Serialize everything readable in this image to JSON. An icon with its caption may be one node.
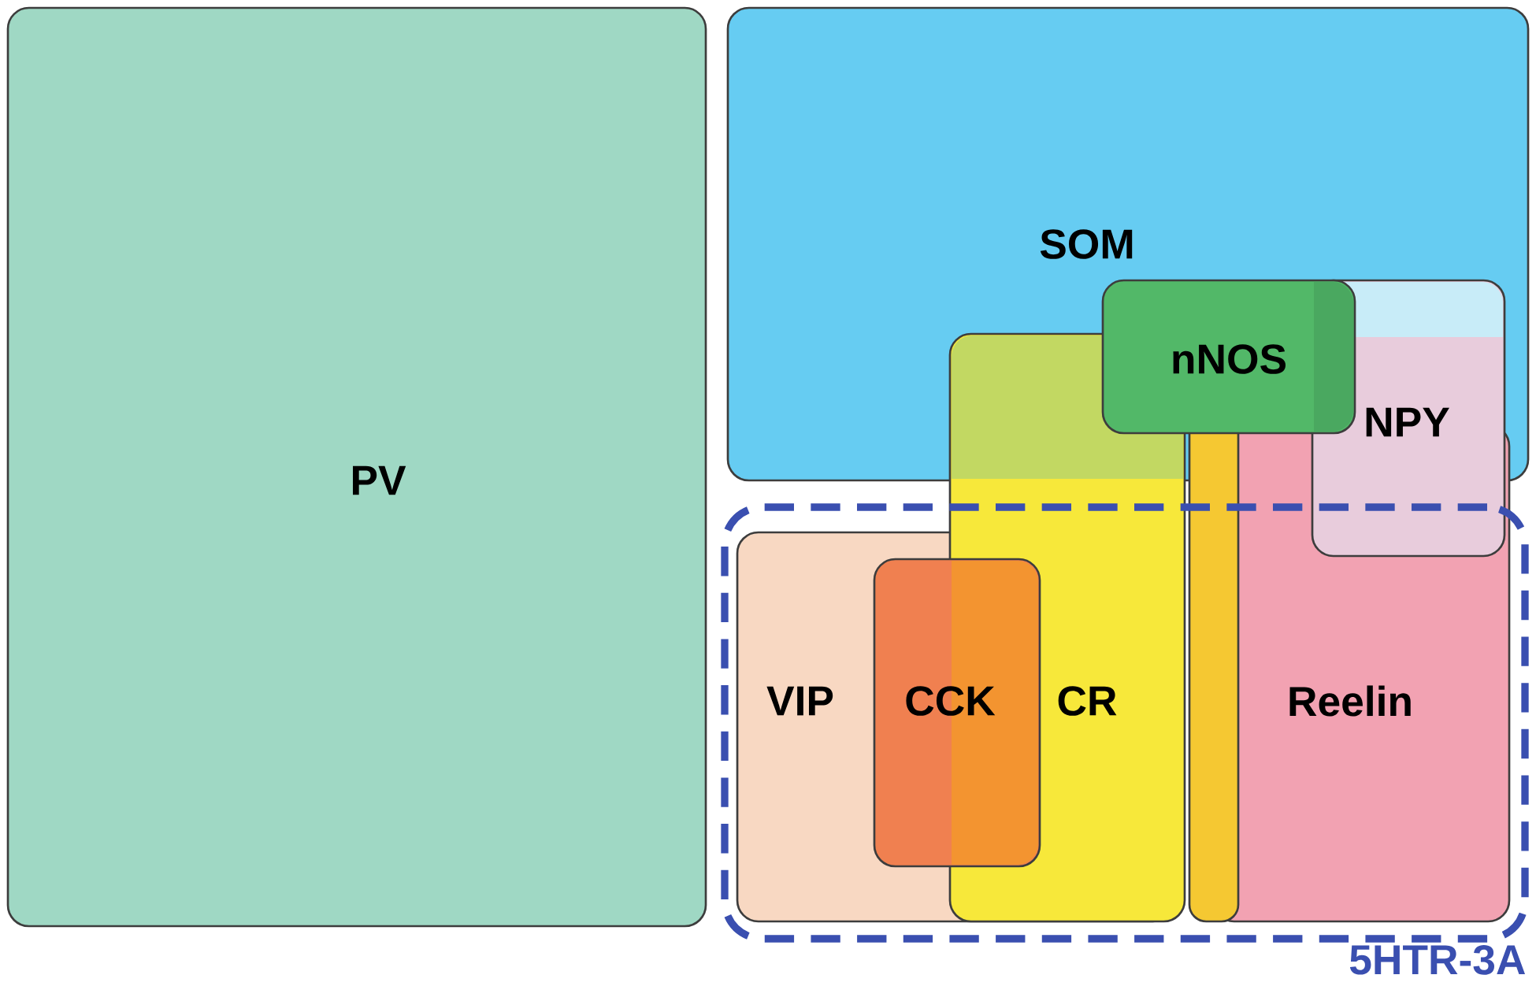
{
  "diagram": {
    "nodes": [
      {
        "text": [
          "PV"
        ]
      },
      {
        "text": [
          "SOM"
        ]
      },
      {
        "text": [
          "nNOS"
        ],
        "in": 1
      },
      {
        "text": [
          "NPY"
        ]
      },
      {
        "text": [
          "5HTR-3A"
        ]
      },
      {
        "text": [
          "VIP"
        ],
        "in": 4
      },
      {
        "text": [
          "CCK"
        ],
        "in": 5
      },
      {
        "text": [
          "CR"
        ]
      },
      {
        "text": [
          "Reelin"
        ]
      }
    ]
  }
}
